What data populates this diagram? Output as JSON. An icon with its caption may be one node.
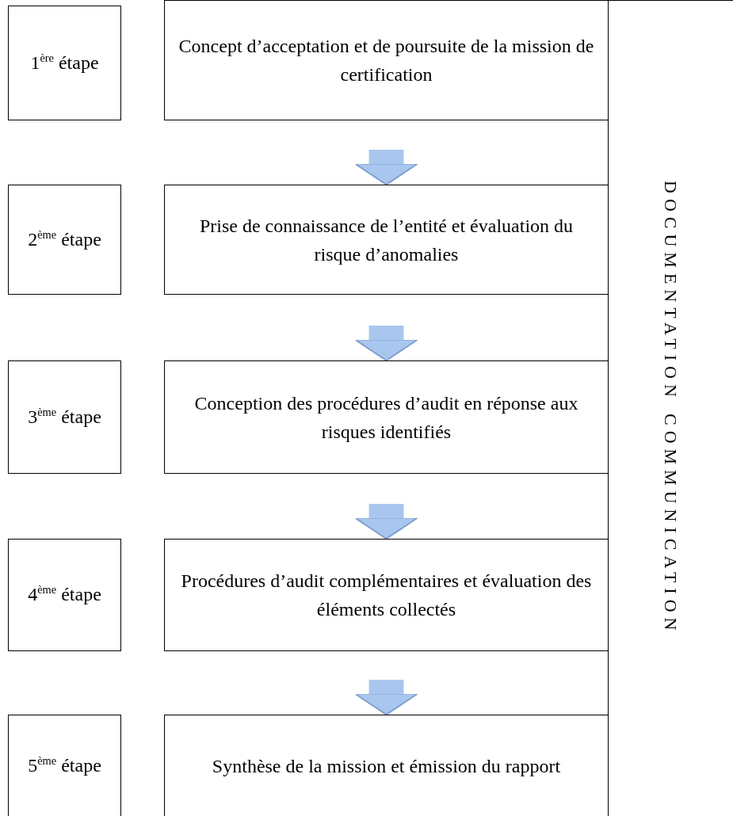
{
  "diagram": {
    "nodes": [
      {
        "text": [
          "1$^{ère}$ étape"
        ]
      },
      {
        "text": [
          "Concept d’acceptation et de poursuite de la mission de certification"
        ]
      },
      {
        "text": [
          "2$^{ème}$ étape"
        ]
      },
      {
        "text": [
          "Prise de connaissance de l’entité et évaluation du risque d’anomalies"
        ]
      },
      {
        "text": [
          "3$^{ème}$ étape"
        ]
      },
      {
        "text": [
          "Conception des procédures d’audit en réponse aux risques identifiés"
        ]
      },
      {
        "text": [
          "4$^{ème}$ étape"
        ]
      },
      {
        "text": [
          "Procédures d’audit complémentaires et évaluation des éléments collectés"
        ]
      },
      {
        "text": [
          "5$^{ème}$ étape"
        ]
      },
      {
        "text": [
          "Synthèse de la mission et émission du rapport"
        ]
      },
      {
        "text": [
          "DOCUMENTATION",
          "COMMUNICATION"
        ]
      }
    ],
    "edges": [
      {
        "from": 1,
        "to": 3,
        "arrow": "to"
      },
      {
        "from": 3,
        "to": 5,
        "arrow": "to"
      },
      {
        "from": 5,
        "to": 7,
        "arrow": "to"
      },
      {
        "from": 7,
        "to": 9,
        "arrow": "to"
      }
    ]
  }
}
